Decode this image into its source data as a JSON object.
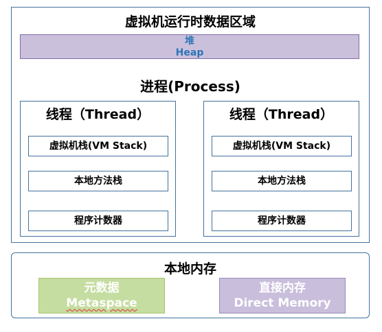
{
  "runtime_area": {
    "title": "虚拟机运行时数据区域"
  },
  "heap": {
    "label_cn": "堆",
    "label_en": "Heap"
  },
  "process": {
    "label": "进程(Process)"
  },
  "threads": [
    {
      "title": "线程（Thread）",
      "vm_stack": "虚拟机栈(VM Stack)",
      "native_method_stack": "本地方法栈",
      "program_counter": "程序计数器"
    },
    {
      "title": "线程（Thread）",
      "vm_stack": "虚拟机栈(VM Stack)",
      "native_method_stack": "本地方法栈",
      "program_counter": "程序计数器"
    }
  ],
  "native_memory": {
    "title": "本地内存",
    "metaspace": {
      "label_cn": "元数据",
      "label_en": "Metaspace"
    },
    "direct_memory": {
      "label_cn": "直接内存",
      "label_en": "Direct Memory"
    }
  },
  "colors": {
    "border": "#41719c",
    "heap_fill": "#cbc0dc",
    "heap_text": "#2e75b6",
    "metaspace_fill": "#c5dda0",
    "direct_memory_fill": "#c9bedb"
  }
}
